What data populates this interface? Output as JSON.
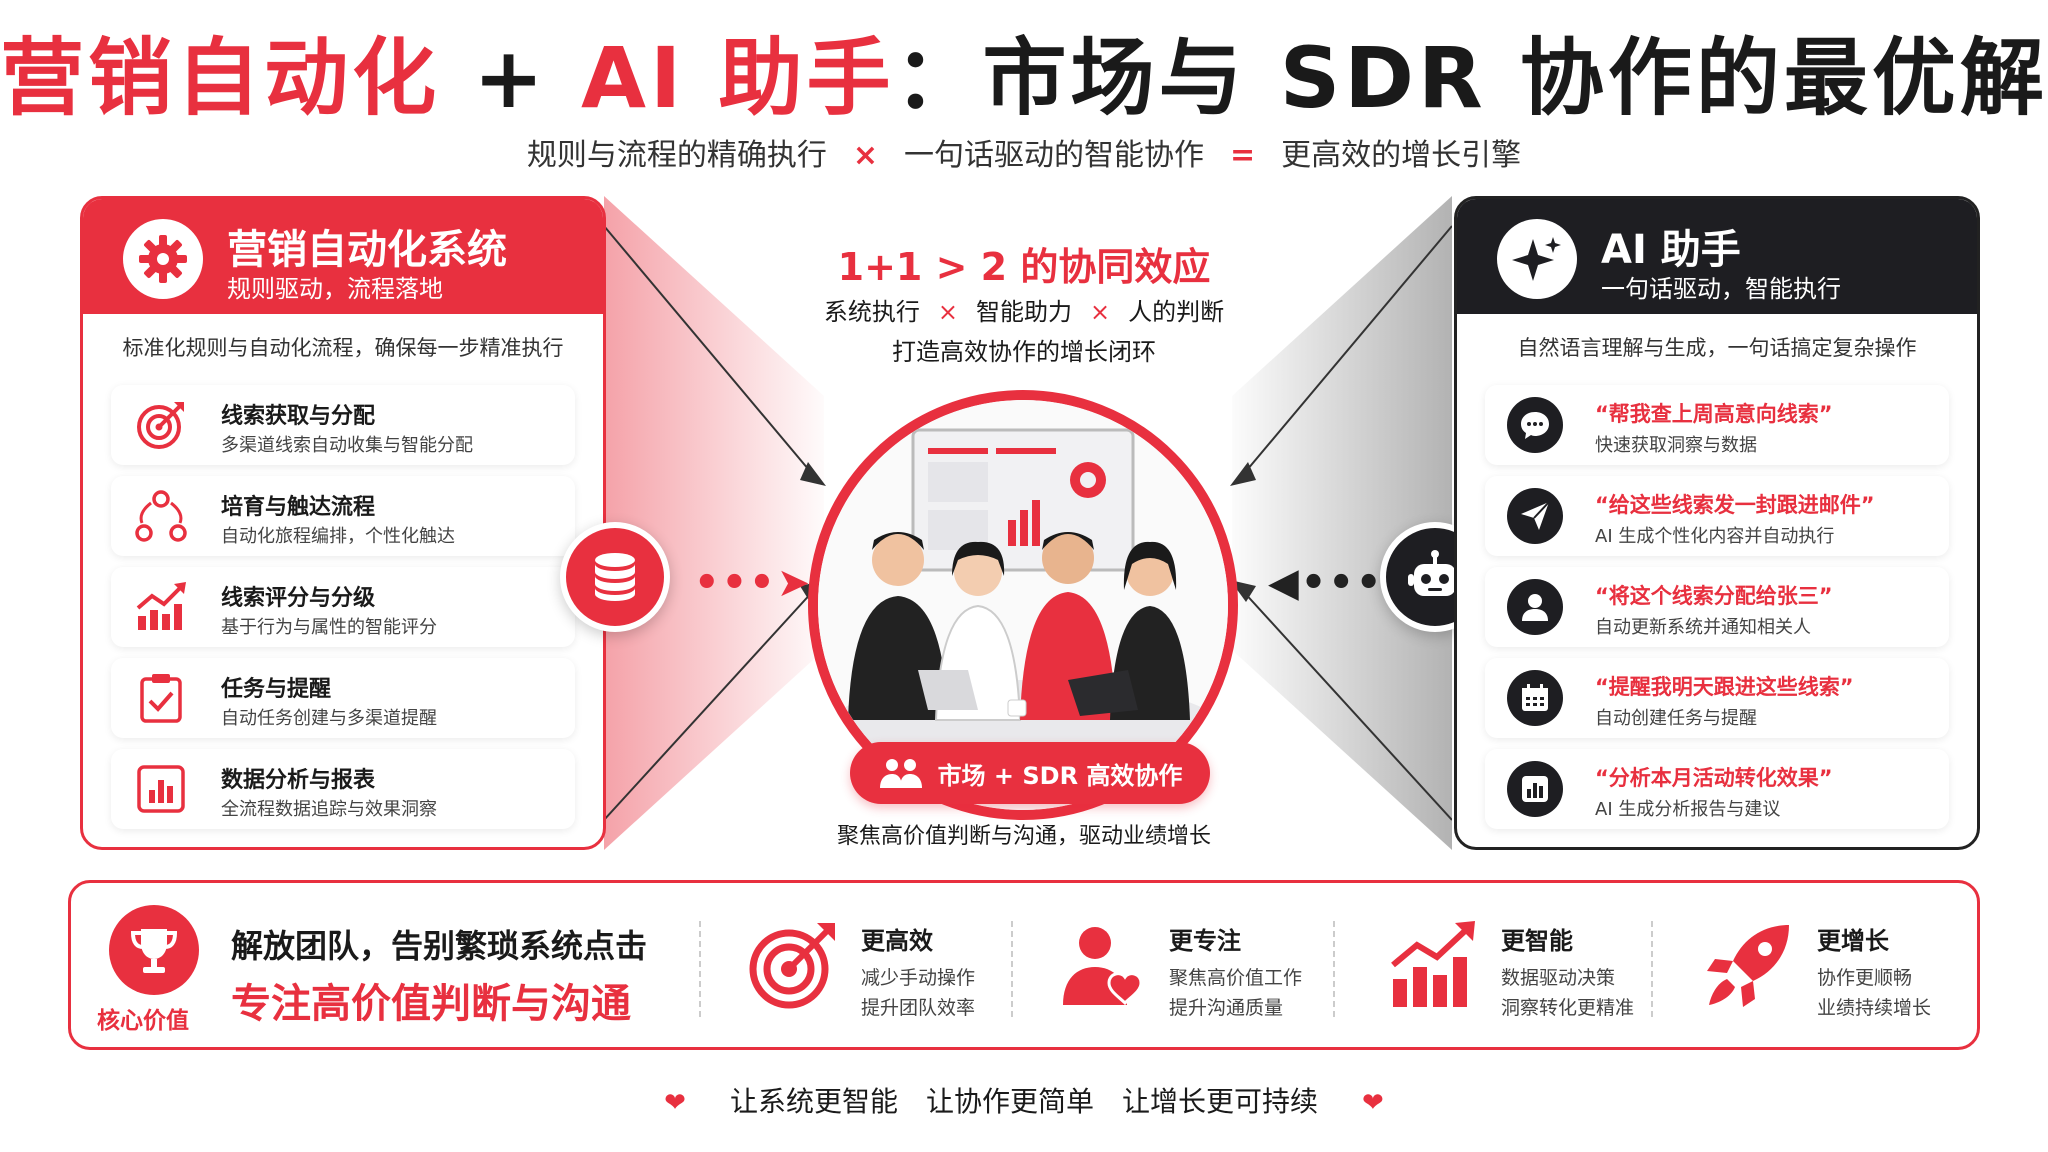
{
  "title": {
    "part1": "营销自动化",
    "plus": " + ",
    "part2": "AI 助手",
    "part3": "：市场与 SDR 协作的最优解"
  },
  "subtitle": {
    "a": "规则与流程的精确执行",
    "op1": "×",
    "b": "一句话驱动的智能协作",
    "op2": "=",
    "c": "更高效的增长引擎"
  },
  "left_panel": {
    "title": "营销自动化系统",
    "subtitle": "规则驱动，流程落地",
    "desc": "标准化规则与自动化流程，确保每一步精准执行",
    "items": [
      {
        "icon": "target-icon",
        "title": "线索获取与分配",
        "desc": "多渠道线索自动收集与智能分配"
      },
      {
        "icon": "workflow-icon",
        "title": "培育与触达流程",
        "desc": "自动化旅程编排，个性化触达"
      },
      {
        "icon": "growth-chart-icon",
        "title": "线索评分与分级",
        "desc": "基于行为与属性的智能评分"
      },
      {
        "icon": "clipboard-check-icon",
        "title": "任务与提醒",
        "desc": "自动任务创建与多渠道提醒"
      },
      {
        "icon": "bar-chart-icon",
        "title": "数据分析与报表",
        "desc": "全流程数据追踪与效果洞察"
      }
    ]
  },
  "right_panel": {
    "title": "AI 助手",
    "subtitle": "一句话驱动，智能执行",
    "desc": "自然语言理解与生成，一句话搞定复杂操作",
    "items": [
      {
        "icon": "chat-bubble-icon",
        "title": "“帮我查上周高意向线索”",
        "desc": "快速获取洞察与数据"
      },
      {
        "icon": "paper-plane-icon",
        "title": "“给这些线索发一封跟进邮件”",
        "desc": "AI 生成个性化内容并自动执行"
      },
      {
        "icon": "user-icon",
        "title": "“将这个线索分配给张三”",
        "desc": "自动更新系统并通知相关人"
      },
      {
        "icon": "calendar-icon",
        "title": "“提醒我明天跟进这些线索”",
        "desc": "自动创建任务与提醒"
      },
      {
        "icon": "analytics-icon",
        "title": "“分析本月活动转化效果”",
        "desc": "AI 生成分析报告与建议"
      }
    ]
  },
  "center": {
    "synergy": "1+1 > 2 的协同效应",
    "line_a": "系统执行",
    "line_b": "智能助力",
    "line_c": "人的判断",
    "x": "×",
    "line2": "打造高效协作的增长闭环",
    "pill": "市场 + SDR 高效协作",
    "caption": "聚焦高价值判断与沟通，驱动业绩增长"
  },
  "bottom": {
    "core_label": "核心价值",
    "line1": "解放团队，告别繁琐系统点击",
    "line2": "专注高价值判断与沟通",
    "benefits": [
      {
        "title": "更高效",
        "l1": "减少手动操作",
        "l2": "提升团队效率"
      },
      {
        "title": "更专注",
        "l1": "聚焦高价值工作",
        "l2": "提升沟通质量"
      },
      {
        "title": "更智能",
        "l1": "数据驱动决策",
        "l2": "洞察转化更精准"
      },
      {
        "title": "更增长",
        "l1": "协作更顺畅",
        "l2": "业绩持续增长"
      }
    ]
  },
  "footer": {
    "a": "让系统更智能",
    "b": "让协作更简单",
    "c": "让增长更可持续"
  },
  "colors": {
    "accent": "#e8303f",
    "dark": "#1e1e22"
  }
}
